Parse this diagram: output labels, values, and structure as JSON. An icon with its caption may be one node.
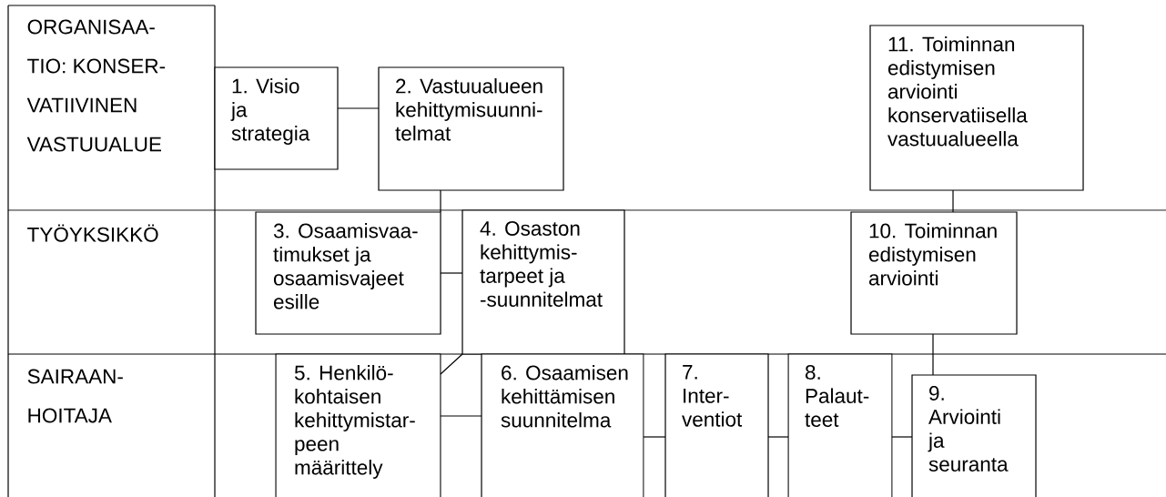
{
  "diagram": {
    "nodes": [
      {
        "text": [
          "1. Visio ja strategia"
        ]
      },
      {
        "text": [
          "2. Vastuualueen kehittymisuunni- telmat"
        ]
      },
      {
        "text": [
          "3. Osaamisvaa- timukset ja osaamisvajeet esille"
        ]
      },
      {
        "text": [
          "4. Osaston kehittymis- tarpeet ja -suunnitelmat"
        ]
      },
      {
        "text": [
          "5. Henkilö- kohtaisen kehittymistar- peen määrittely"
        ]
      },
      {
        "text": [
          "6. Osaamisen kehittämisen suunnitelma"
        ]
      },
      {
        "text": [
          "7. Inter- ventiot"
        ]
      },
      {
        "text": [
          "8. Palaut- teet"
        ]
      },
      {
        "text": [
          "9. Arviointi ja seuranta"
        ]
      },
      {
        "text": [
          "10. Toiminnan edistymisen arviointi"
        ]
      },
      {
        "text": [
          "11. Toiminnan edistymisen arviointi konservatiisella vastuualueella"
        ]
      }
    ],
    "edges": [
      {
        "from": 0,
        "to": 1,
        "arrow": "none"
      },
      {
        "from": 1,
        "to": 2,
        "arrow": "none"
      },
      {
        "from": 2,
        "to": 3,
        "arrow": "none"
      },
      {
        "from": 3,
        "to": 4,
        "arrow": "none"
      },
      {
        "from": 4,
        "to": 5,
        "arrow": "none"
      },
      {
        "from": 5,
        "to": 6,
        "arrow": "none"
      },
      {
        "from": 6,
        "to": 7,
        "arrow": "none"
      },
      {
        "from": 7,
        "to": 8,
        "arrow": "none"
      },
      {
        "from": 8,
        "to": 9,
        "arrow": "none"
      },
      {
        "from": 9,
        "to": 10,
        "arrow": "none"
      }
    ],
    "labels": [
      "ORGANISAA- TIO: KONSER- VATIIVINEN VASTUUALUE",
      "TYÖYKSIKKÖ",
      "SAIRAAN- HOITAJA"
    ]
  }
}
